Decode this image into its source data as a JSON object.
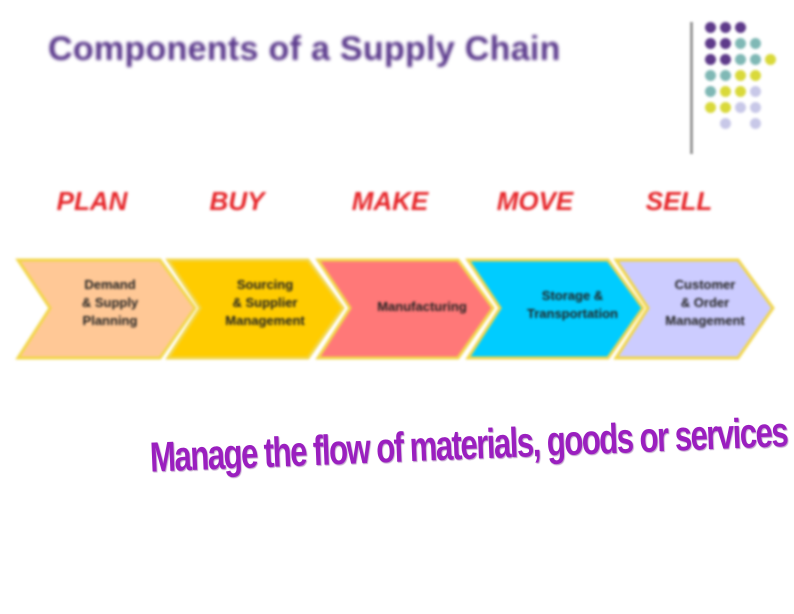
{
  "slide": {
    "title": "Components of a Supply Chain",
    "stages": [
      {
        "label": "PLAN",
        "component": "Demand\n& Supply\nPlanning",
        "fill": "#ffc896"
      },
      {
        "label": "BUY",
        "component": "Sourcing\n& Supplier\nManagement",
        "fill": "#ffcc00"
      },
      {
        "label": "MAKE",
        "component": "Manufacturing",
        "fill": "#ff7878"
      },
      {
        "label": "MOVE",
        "component": "Storage &\nTransportation",
        "fill": "#00ccff"
      },
      {
        "label": "SELL",
        "component": "Customer\n& Order\nManagement",
        "fill": "#ccccff"
      }
    ],
    "tagline": "Manage the flow of materials, goods or services"
  },
  "colors": {
    "title": "#5b3a8c",
    "stage_label": "#e6262a",
    "tagline": "#9a1fbf",
    "chevron_border": "#f2d64a",
    "decor_purple": "#5e3a8a",
    "decor_teal": "#7fb8b5",
    "decor_yellow": "#d9d93a",
    "decor_lavender": "#c8c8e8"
  }
}
